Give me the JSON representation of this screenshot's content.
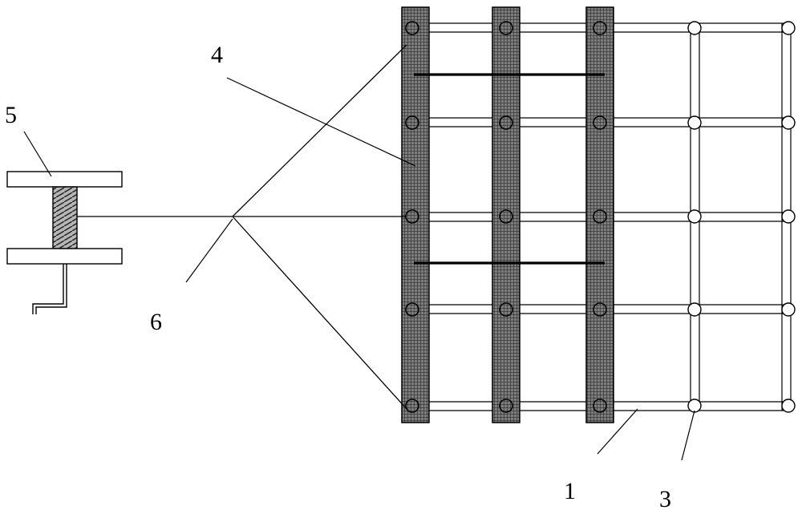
{
  "labels": {
    "grid": "1",
    "node": "3",
    "mesh_strip": "4",
    "winch": "5",
    "cable_junction": "6"
  },
  "colors": {
    "line": "#000000",
    "mesh_fill": "#8a8a8a",
    "background": "#ffffff"
  },
  "grid": {
    "columns": 5,
    "rows": 5
  },
  "mesh_strips": 3,
  "tie_bars": 2
}
